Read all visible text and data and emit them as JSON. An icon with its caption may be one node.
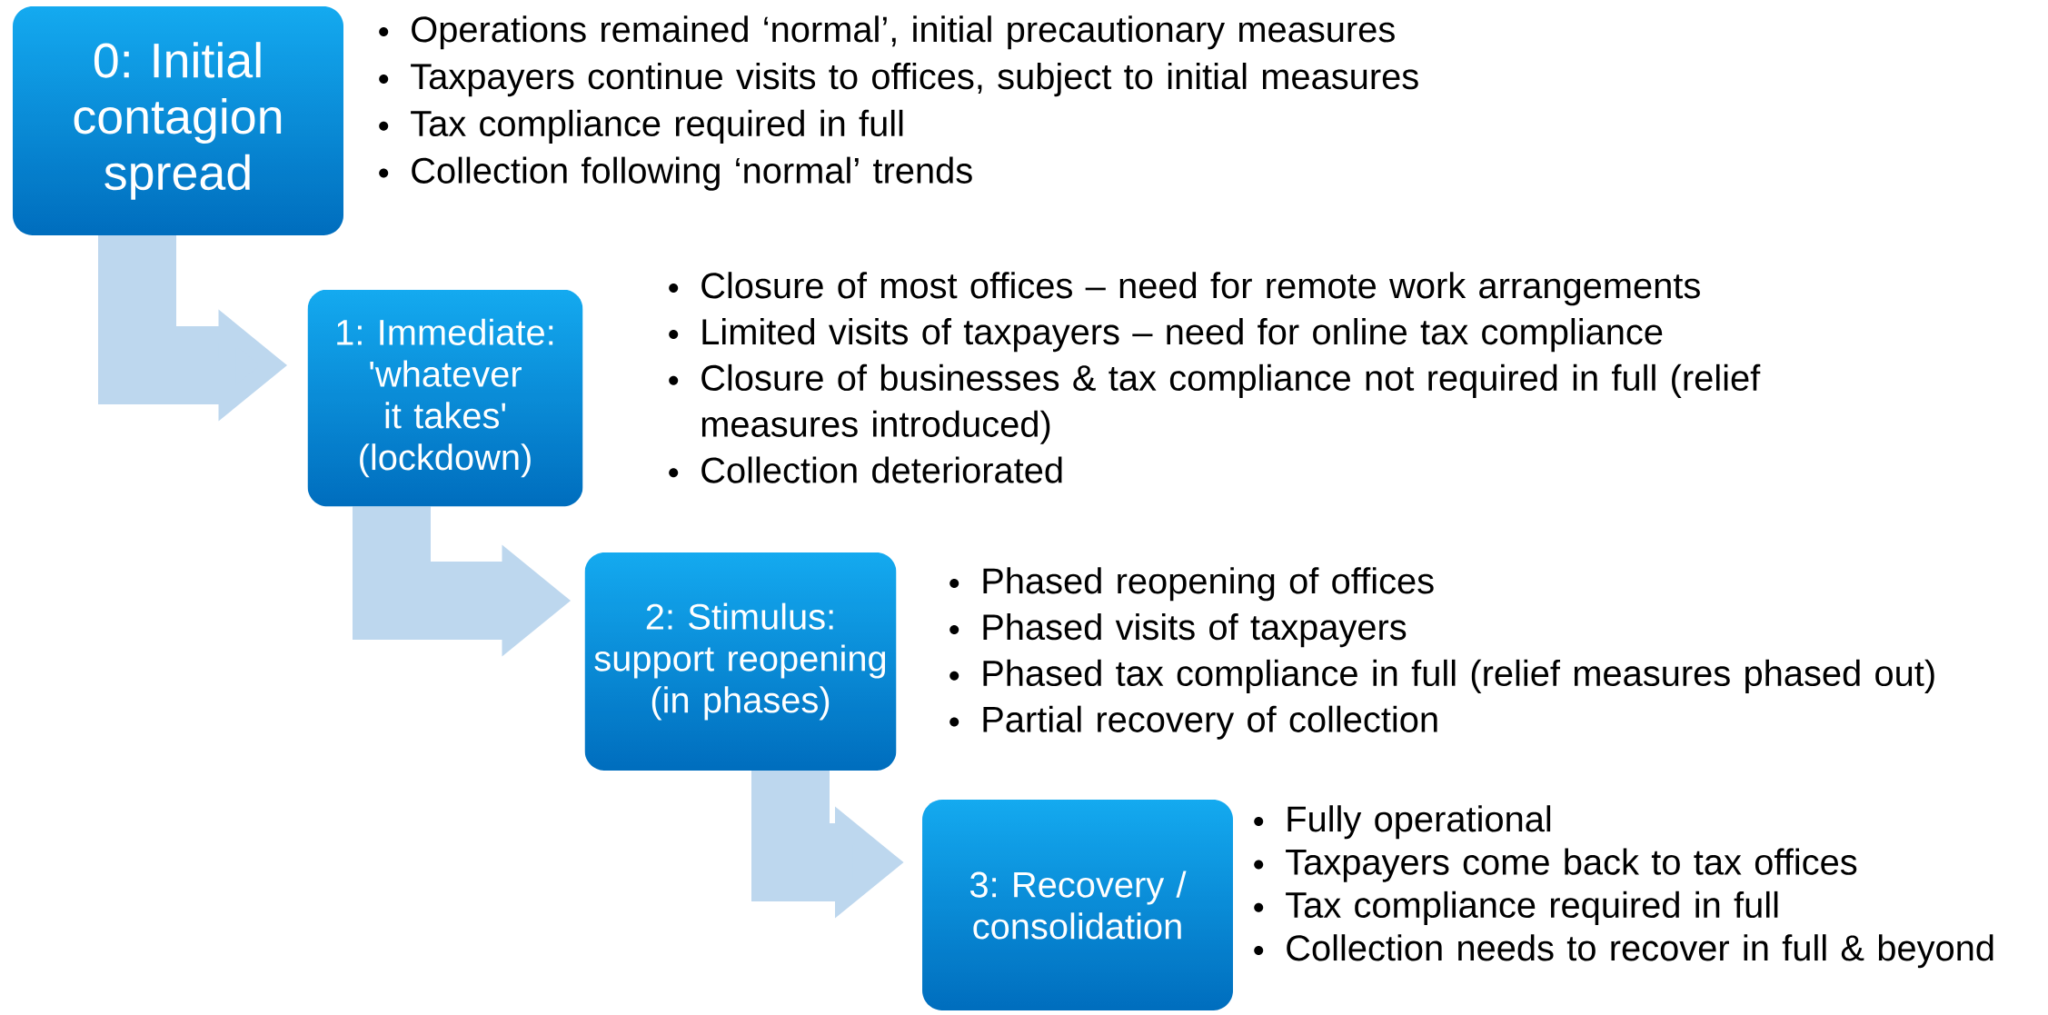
{
  "diagram": {
    "nodes": [
      {
        "text": [
          "0: Initial contagion spread"
        ],
        "beside": [
          "Operations remained ‘normal’, initial precautionary measures",
          "Taxpayers continue visits to offices, subject to initial measures",
          "Tax compliance required in full",
          "Collection following ‘normal’ trends"
        ]
      },
      {
        "text": [
          "1: Immediate: 'whatever it takes' (lockdown)"
        ],
        "beside": [
          "Closure of most offices – need for remote work arrangements",
          "Limited visits of taxpayers – need for online tax compliance",
          "Closure of businesses & tax compliance not required in full (relief measures introduced)",
          "Collection deteriorated"
        ]
      },
      {
        "text": [
          "2: Stimulus: support reopening (in phases)"
        ],
        "beside": [
          "Phased reopening of offices",
          "Phased visits of taxpayers",
          "Phased tax compliance in full (relief measures phased out)",
          "Partial recovery of collection"
        ]
      },
      {
        "text": [
          "3: Recovery / consolidation"
        ],
        "beside": [
          "Fully operational",
          "Taxpayers come back to tax offices",
          "Tax compliance required in full",
          "Collection needs to recover in full & beyond"
        ]
      }
    ],
    "edges": [
      {
        "from": 0,
        "to": 1,
        "arrow": "to"
      },
      {
        "from": 1,
        "to": 2,
        "arrow": "to"
      },
      {
        "from": 2,
        "to": 3,
        "arrow": "to"
      }
    ]
  }
}
